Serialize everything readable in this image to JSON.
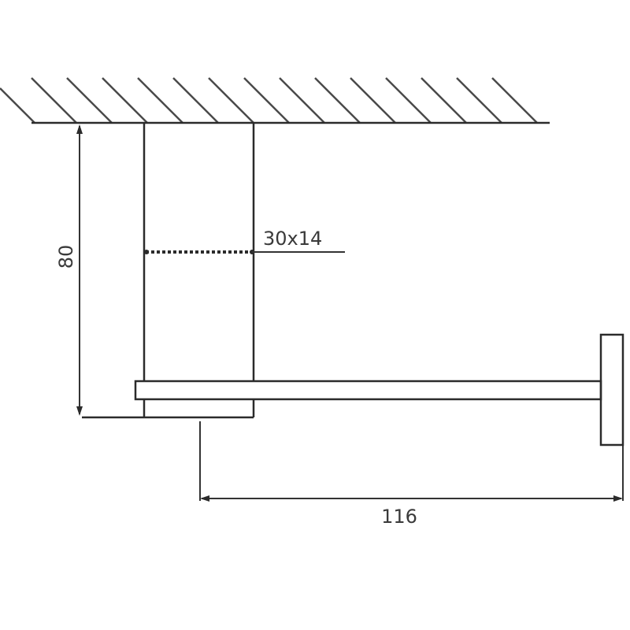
{
  "dimensions": {
    "height": "80",
    "section": "30x14",
    "projection": "116"
  },
  "colors": {
    "line": "#2b2b2b",
    "text": "#3a3a3a",
    "background": "#ffffff"
  }
}
